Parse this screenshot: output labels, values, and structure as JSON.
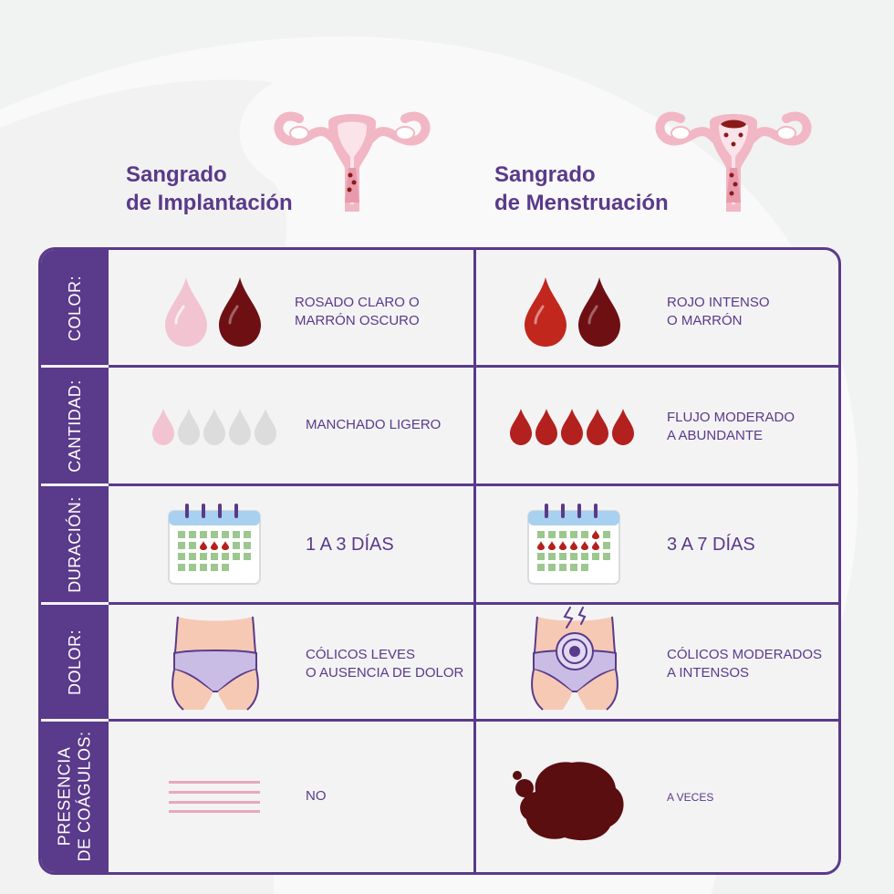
{
  "headers": {
    "implantation": {
      "line1": "Sangrado",
      "line2": "de Implantación"
    },
    "menstruation": {
      "line1": "Sangrado",
      "line2": "de Menstruación"
    }
  },
  "rows": [
    {
      "label": "COLOR:",
      "implantation": [
        "ROSADO CLARO O",
        "MARRÓN OSCURO"
      ],
      "menstruation": [
        "ROJO INTENSO",
        "O MARRÓN"
      ]
    },
    {
      "label": "CANTIDAD:",
      "implantation": [
        "MANCHADO LIGERO"
      ],
      "menstruation": [
        "FLUJO MODERADO",
        "A ABUNDANTE"
      ]
    },
    {
      "label": "DURACIÓN:",
      "implantation": [
        "1 A 3 DÍAS"
      ],
      "menstruation": [
        "3 A 7 DÍAS"
      ]
    },
    {
      "label": "DOLOR:",
      "implantation": [
        "CÓLICOS LEVES",
        "O AUSENCIA DE DOLOR"
      ],
      "menstruation": [
        "CÓLICOS MODERADOS",
        "A INTENSOS"
      ]
    },
    {
      "label_line1": "PRESENCIA",
      "label_line2": "DE COÁGULOS:",
      "implantation": [
        "NO"
      ],
      "menstruation": [
        "A VECES"
      ]
    }
  ],
  "colors": {
    "accent": "#5a3a8a",
    "pink": "#f0c2d0",
    "dark_red": "#6e1013",
    "red": "#b3211e",
    "clot": "#5a0e10"
  },
  "icons": [
    "uterus-icon",
    "blood-drop-icon",
    "calendar-icon",
    "pelvis-icon",
    "pain-icon",
    "lines-icon",
    "clot-icon"
  ]
}
